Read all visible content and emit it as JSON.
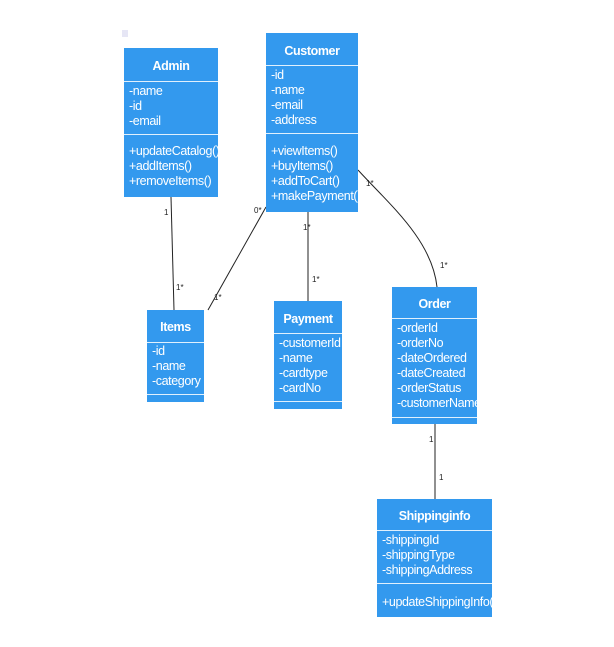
{
  "classes": {
    "admin": {
      "name": "Admin",
      "attributes": [
        "-name",
        "-id",
        "-email"
      ],
      "methods": [
        "+updateCatalog()",
        "+addItems()",
        "+removeItems()"
      ]
    },
    "customer": {
      "name": "Customer",
      "attributes": [
        "-id",
        "-name",
        "-email",
        "-address"
      ],
      "methods": [
        "+viewItems()",
        "+buyItems()",
        "+addToCart()",
        "+makePayment()"
      ]
    },
    "items": {
      "name": "Items",
      "attributes": [
        "-id",
        "-name",
        "-category"
      ],
      "methods": []
    },
    "payment": {
      "name": "Payment",
      "attributes": [
        "-customerId",
        "-name",
        "-cardtype",
        "-cardNo"
      ],
      "methods": []
    },
    "order": {
      "name": "Order",
      "attributes": [
        "-orderId",
        "-orderNo",
        "-dateOrdered",
        "-dateCreated",
        "-orderStatus",
        "-customerName"
      ],
      "methods": []
    },
    "shippinginfo": {
      "name": "Shippinginfo",
      "attributes": [
        "-shippingId",
        "-shippingType",
        "-shippingAddress"
      ],
      "methods": [
        "+updateShippingInfo()"
      ]
    }
  },
  "associations": {
    "admin_items": {
      "from_mult": "1",
      "to_mult": "1*"
    },
    "customer_items": {
      "from_mult": "0*",
      "to_mult": "1*"
    },
    "customer_payment": {
      "from_mult": "1*",
      "to_mult": "1*"
    },
    "customer_order": {
      "from_mult": "1*",
      "to_mult": "1*"
    },
    "order_shippinginfo": {
      "from_mult": "1",
      "to_mult": "1"
    }
  },
  "colors": {
    "class_fill": "#3399ee",
    "class_text": "#ffffff",
    "line": "#222222"
  }
}
